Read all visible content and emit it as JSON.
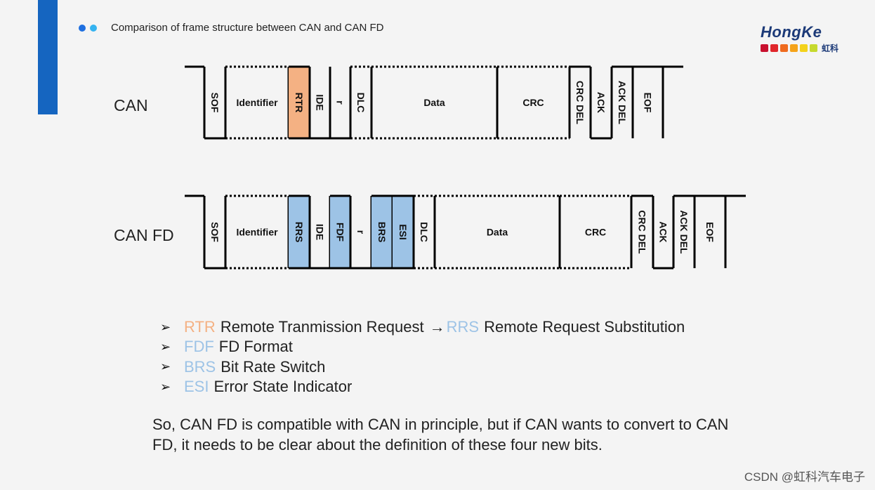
{
  "header": {
    "title": "Comparison of frame structure between CAN and CAN FD"
  },
  "logo": {
    "text": "HongKe",
    "sub": "虹科",
    "squares": [
      "#c8102e",
      "#e0262b",
      "#ef6b1f",
      "#f5a319",
      "#f3d21b",
      "#c6d92e"
    ]
  },
  "frames": {
    "can": {
      "label": "CAN",
      "fields": [
        {
          "text": "SOF",
          "vertical": true
        },
        {
          "text": "Identifier",
          "vertical": false
        },
        {
          "text": "RTR",
          "vertical": true,
          "highlight": "#f4b183"
        },
        {
          "text": "IDE",
          "vertical": true
        },
        {
          "text": "r",
          "vertical": true
        },
        {
          "text": "DLC",
          "vertical": true
        },
        {
          "text": "Data",
          "vertical": false
        },
        {
          "text": "CRC",
          "vertical": false
        },
        {
          "text": "CRC DEL",
          "vertical": true
        },
        {
          "text": "ACK",
          "vertical": true
        },
        {
          "text": "ACK DEL",
          "vertical": true
        },
        {
          "text": "EOF",
          "vertical": true
        }
      ]
    },
    "canfd": {
      "label": "CAN FD",
      "fields": [
        {
          "text": "SOF",
          "vertical": true
        },
        {
          "text": "Identifier",
          "vertical": false
        },
        {
          "text": "RRS",
          "vertical": true,
          "highlight": "#9dc3e6"
        },
        {
          "text": "IDE",
          "vertical": true
        },
        {
          "text": "FDF",
          "vertical": true,
          "highlight": "#9dc3e6"
        },
        {
          "text": "r",
          "vertical": true
        },
        {
          "text": "BRS",
          "vertical": true,
          "highlight": "#9dc3e6"
        },
        {
          "text": "ESI",
          "vertical": true,
          "highlight": "#9dc3e6"
        },
        {
          "text": "DLC",
          "vertical": true
        },
        {
          "text": "Data",
          "vertical": false
        },
        {
          "text": "CRC",
          "vertical": false
        },
        {
          "text": "CRC DEL",
          "vertical": true
        },
        {
          "text": "ACK",
          "vertical": true
        },
        {
          "text": "ACK DEL",
          "vertical": true
        },
        {
          "text": "EOF",
          "vertical": true
        }
      ]
    }
  },
  "colors": {
    "rtr": "#f4b183",
    "new_bits": "#9dc3e6",
    "accent": "#1565c0"
  },
  "bullets": [
    {
      "term": "RTR",
      "term_color": "#f4b183",
      "desc": "Remote Tranmission Request",
      "arrow": "→",
      "term2": "RRS",
      "term2_color": "#9dc3e6",
      "desc2": "Remote Request Substitution"
    },
    {
      "term": "FDF",
      "term_color": "#9dc3e6",
      "desc": "FD Format"
    },
    {
      "term": "BRS",
      "term_color": "#9dc3e6",
      "desc": "Bit Rate Switch"
    },
    {
      "term": "ESI",
      "term_color": "#9dc3e6",
      "desc": "Error State Indicator"
    }
  ],
  "paragraph": "So, CAN FD is compatible with CAN in principle, but if CAN wants to convert to CAN FD, it needs to be clear about the definition of these four new bits.",
  "watermark": "CSDN @虹科汽车电子"
}
